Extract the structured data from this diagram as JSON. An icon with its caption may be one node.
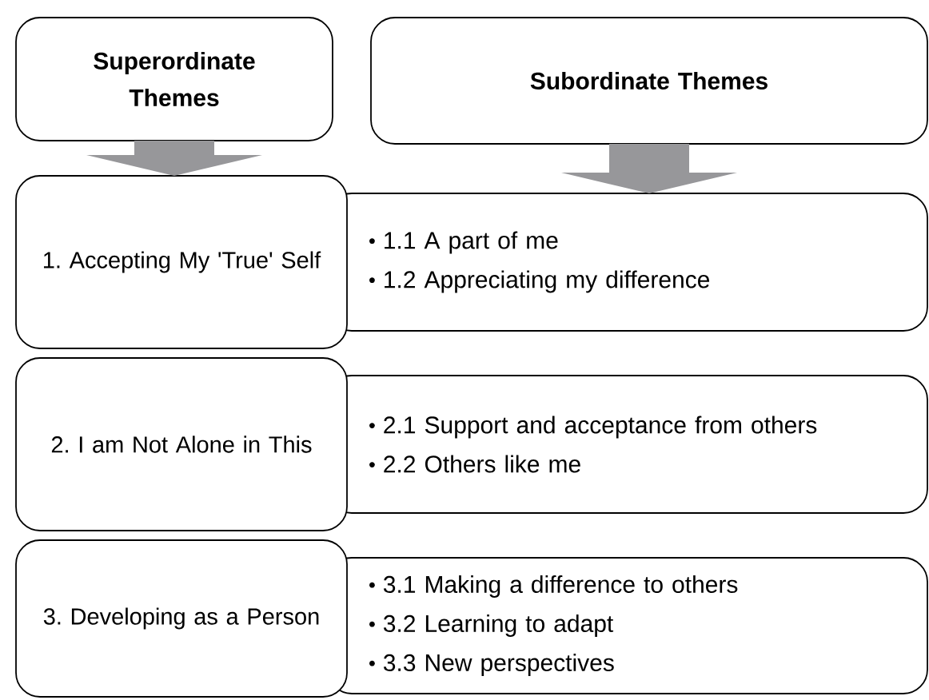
{
  "diagram": {
    "nodes": [
      {
        "text": [
          "Superordinate Themes"
        ]
      },
      {
        "text": [
          "Subordinate Themes"
        ]
      },
      {
        "text": [
          "1. Accepting My 'True' Self"
        ]
      },
      {
        "text": [
          "1.1 A part of me",
          "1.2 Appreciating my difference"
        ]
      },
      {
        "text": [
          "2. I am Not Alone in This"
        ]
      },
      {
        "text": [
          "2.1 Support and acceptance from others",
          "2.2 Others like me"
        ]
      },
      {
        "text": [
          "3. Developing as a Person"
        ]
      },
      {
        "text": [
          "3.1 Making a difference to others",
          "3.2 Learning to adapt",
          "3.3 New perspectives"
        ]
      }
    ],
    "edges": [
      {
        "from": 0,
        "to": 2,
        "arrow": "to",
        "style": "thick",
        "color": "#97979a"
      },
      {
        "from": 1,
        "to": 3,
        "arrow": "to",
        "style": "thick",
        "color": "#97979a"
      }
    ]
  }
}
